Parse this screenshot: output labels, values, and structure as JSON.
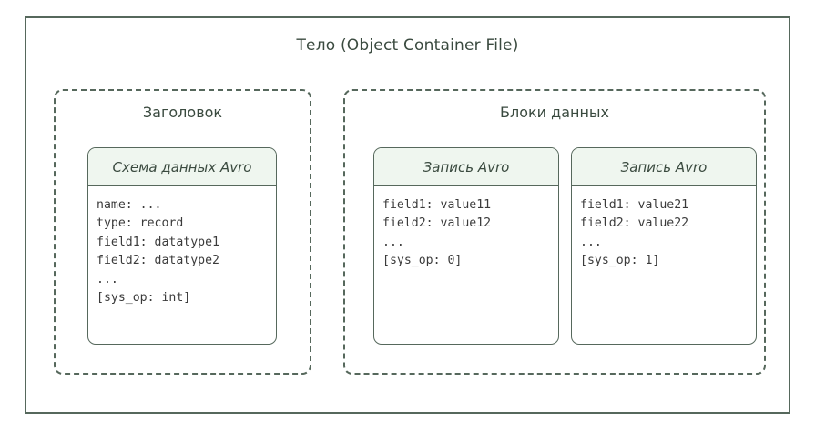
{
  "diagram": {
    "title": "Тело (Object Container File)",
    "groups": [
      {
        "id": "header-block",
        "label": "Заголовок",
        "cards": [
          {
            "id": "schema",
            "title": "Схема данных Avro",
            "lines": [
              "name: ...",
              "type: record",
              "field1: datatype1",
              "field2: datatype2",
              "...",
              "[sys_op: int]"
            ]
          }
        ]
      },
      {
        "id": "data-block",
        "label": "Блоки данных",
        "cards": [
          {
            "id": "record-1",
            "title": "Запись Avro",
            "lines": [
              "field1: value11",
              "field2: value12",
              "...",
              "[sys_op: 0]"
            ]
          },
          {
            "id": "record-2",
            "title": "Запись Avro",
            "lines": [
              "field1: value21",
              "field2: value22",
              "...",
              "[sys_op: 1]"
            ]
          }
        ]
      }
    ]
  },
  "colors": {
    "stroke": "#56685c",
    "card_header_fill": "#eff6ef",
    "text": "#3a4a3f",
    "code_text": "#3b3b3b",
    "background": "#ffffff"
  }
}
